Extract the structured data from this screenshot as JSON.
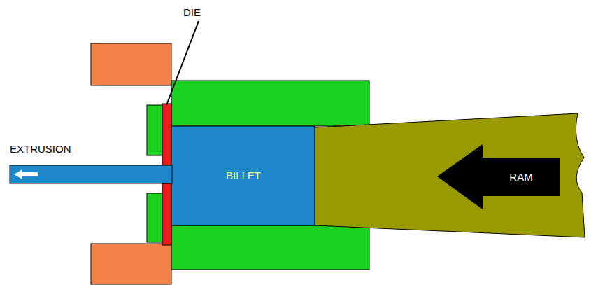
{
  "diagram": {
    "nodes": [
      {
        "text": [
          "BILLET"
        ]
      },
      {
        "text": [
          "RAM"
        ]
      }
    ],
    "labels": [
      "EXTRUSION",
      "DIE"
    ]
  }
}
